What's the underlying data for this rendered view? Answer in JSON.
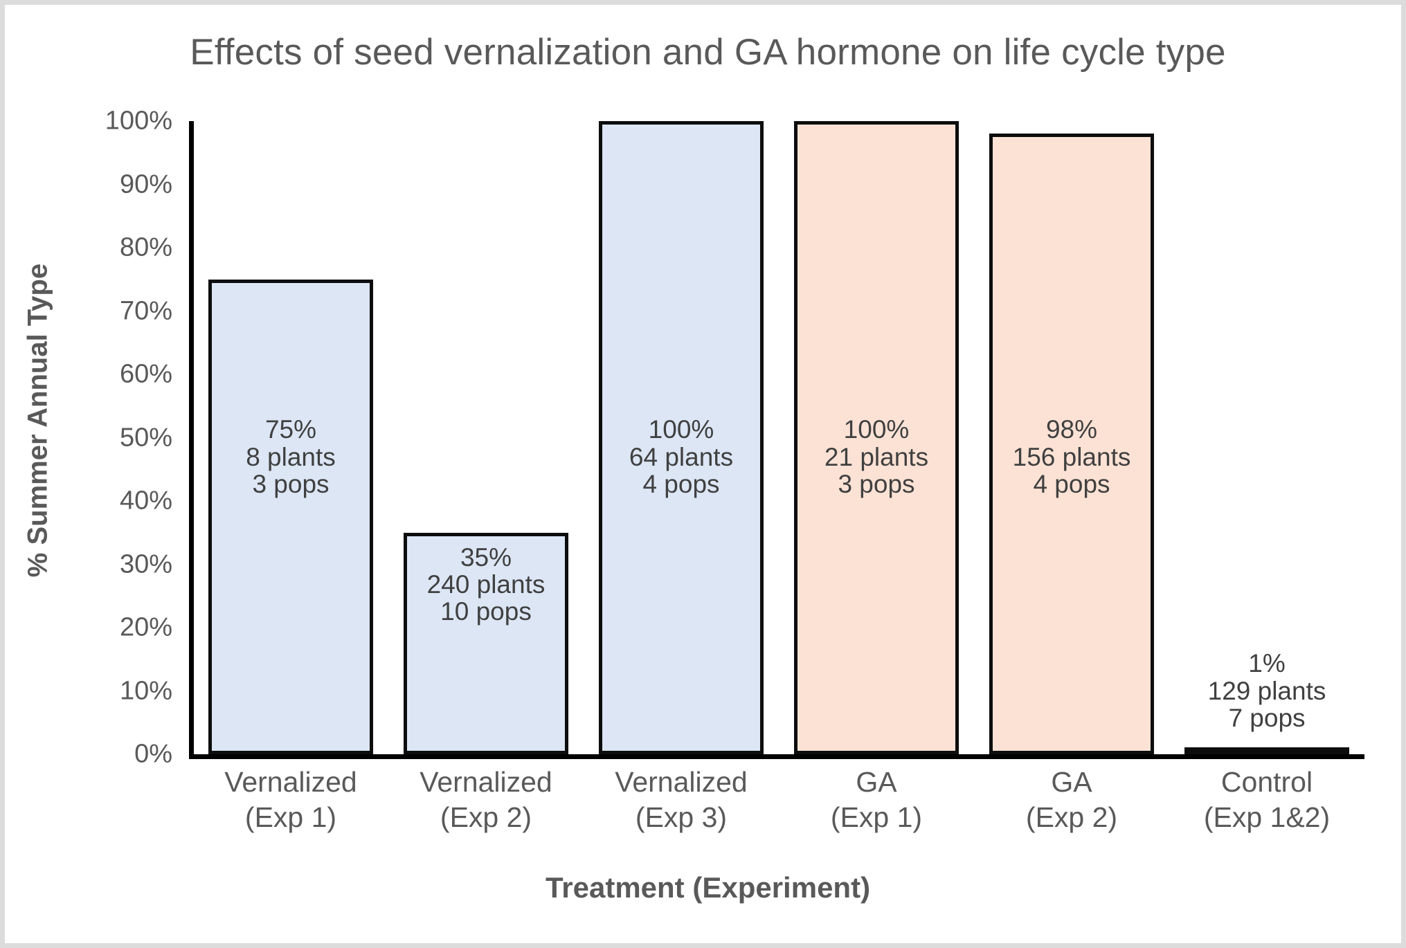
{
  "chart_data": {
    "type": "bar",
    "title": "Effects of seed vernalization and GA hormone on life cycle type",
    "xlabel": "Treatment  (Experiment)",
    "ylabel": "% Summer Annual Type",
    "ylim": [
      0,
      100
    ],
    "yticks": [
      "0%",
      "10%",
      "20%",
      "30%",
      "40%",
      "50%",
      "60%",
      "70%",
      "80%",
      "90%",
      "100%"
    ],
    "ytick_values": [
      0,
      10,
      20,
      30,
      40,
      50,
      60,
      70,
      80,
      90,
      100
    ],
    "grid": false,
    "legend": "none",
    "categories": [
      "Vernalized (Exp 1)",
      "Vernalized (Exp 2)",
      "Vernalized (Exp 3)",
      "GA (Exp 1)",
      "GA (Exp 2)",
      "Control (Exp 1&2)"
    ],
    "values": [
      75,
      35,
      100,
      100,
      98,
      1
    ],
    "plants": [
      8,
      240,
      64,
      21,
      156,
      129
    ],
    "pops": [
      3,
      10,
      4,
      3,
      4,
      7
    ],
    "bars": [
      {
        "category_line1": "Vernalized",
        "category_line2": "(Exp 1)",
        "value": 75,
        "pct_label": "75%",
        "plants_label": "8 plants",
        "pops_label": "3 pops",
        "color_group": "vernalized",
        "fill": "#dce6f5",
        "label_position": "inside"
      },
      {
        "category_line1": "Vernalized",
        "category_line2": "(Exp 2)",
        "value": 35,
        "pct_label": "35%",
        "plants_label": "240 plants",
        "pops_label": "10 pops",
        "color_group": "vernalized",
        "fill": "#dce6f5",
        "label_position": "inside"
      },
      {
        "category_line1": "Vernalized",
        "category_line2": "(Exp 3)",
        "value": 100,
        "pct_label": "100%",
        "plants_label": "64 plants",
        "pops_label": "4 pops",
        "color_group": "vernalized",
        "fill": "#dce6f5",
        "label_position": "inside"
      },
      {
        "category_line1": "GA",
        "category_line2": "(Exp 1)",
        "value": 100,
        "pct_label": "100%",
        "plants_label": "21 plants",
        "pops_label": "3 pops",
        "color_group": "ga",
        "fill": "#fce2d5",
        "label_position": "inside"
      },
      {
        "category_line1": "GA",
        "category_line2": "(Exp 2)",
        "value": 98,
        "pct_label": "98%",
        "plants_label": "156 plants",
        "pops_label": "4 pops",
        "color_group": "ga",
        "fill": "#fce2d5",
        "label_position": "inside"
      },
      {
        "category_line1": "Control",
        "category_line2": "(Exp 1&2)",
        "value": 1,
        "pct_label": "1%",
        "plants_label": "129 plants",
        "pops_label": "7 pops",
        "color_group": "control",
        "fill": "#efefef",
        "label_position": "above"
      }
    ],
    "colors": {
      "vernalized_fill": "#dce6f5",
      "ga_fill": "#fce2d5",
      "control_fill": "#efefef",
      "bar_outline": "#0d0d0d",
      "axis": "#000000",
      "title_text": "#595959",
      "label_text": "#404040",
      "background": "#ffffff",
      "frame": "#dcdcdc"
    }
  }
}
